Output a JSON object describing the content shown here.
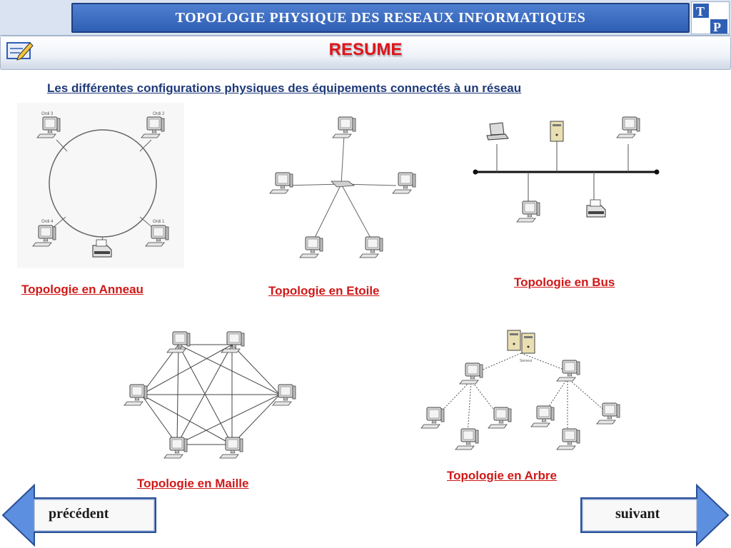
{
  "header": {
    "title": "TOPOLOGIE PHYSIQUE DES RESEAUX INFORMATIQUES"
  },
  "section": {
    "title": "RESUME",
    "subtitle": "Les différentes configurations physiques des équipements connectés à un réseau"
  },
  "ring": {
    "caption": "Topologie en Anneau",
    "labels": [
      "Ordi 3",
      "Ordi 2",
      "Ordi 4",
      "Ordi 1"
    ]
  },
  "star": {
    "caption": "Topologie en Etoile"
  },
  "bus": {
    "caption": "Topologie en Bus"
  },
  "mesh": {
    "caption": "Topologie en Maille"
  },
  "tree": {
    "caption": "Topologie en Arbre",
    "server_label": "Serveur"
  },
  "nav": {
    "previous": "précédent",
    "next": "suivant"
  },
  "colors": {
    "title_blue": "#2f5fb4",
    "resume_red": "#e0141a",
    "caption_red": "#d01818",
    "subtitle_blue": "#1f3a7a",
    "arrow_blue": "#4f7fd0"
  }
}
